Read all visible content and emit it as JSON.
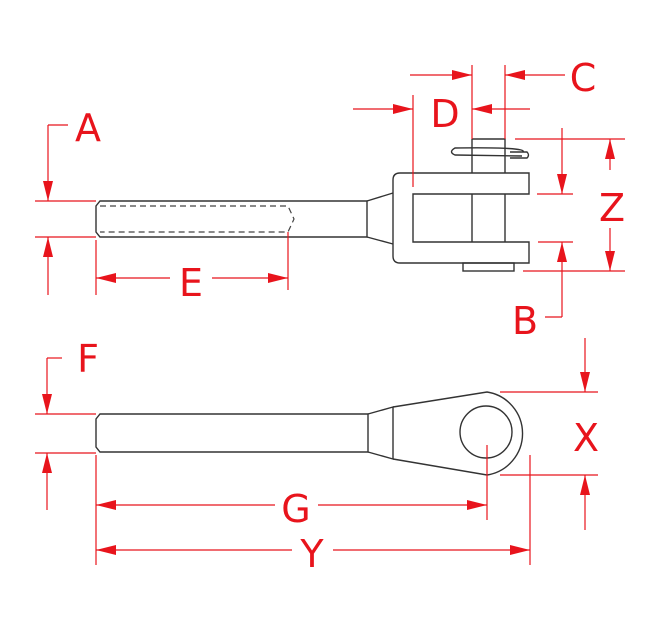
{
  "colors": {
    "dimension": "#e8141c",
    "outline": "#333333"
  },
  "labels": {
    "A": "A",
    "B": "B",
    "C": "C",
    "D": "D",
    "E": "E",
    "F": "F",
    "G": "G",
    "X": "X",
    "Y": "Y",
    "Z": "Z"
  }
}
